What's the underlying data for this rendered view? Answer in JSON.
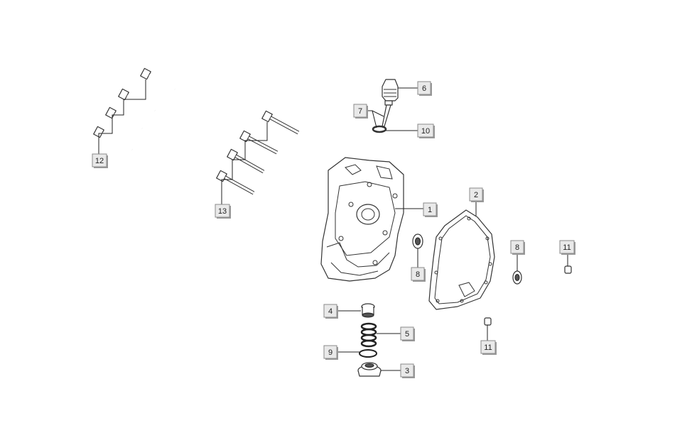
{
  "callouts": {
    "c1": "1",
    "c2": "2",
    "c3": "3",
    "c4": "4",
    "c5": "5",
    "c6": "6",
    "c7": "7",
    "c8a": "8",
    "c8b": "8",
    "c9": "9",
    "c10": "10",
    "c11a": "11",
    "c11b": "11",
    "c12": "12",
    "c13": "13"
  },
  "colors": {
    "background": "#ffffff",
    "callout_fill": "#e9e9e9",
    "line": "#333333"
  }
}
